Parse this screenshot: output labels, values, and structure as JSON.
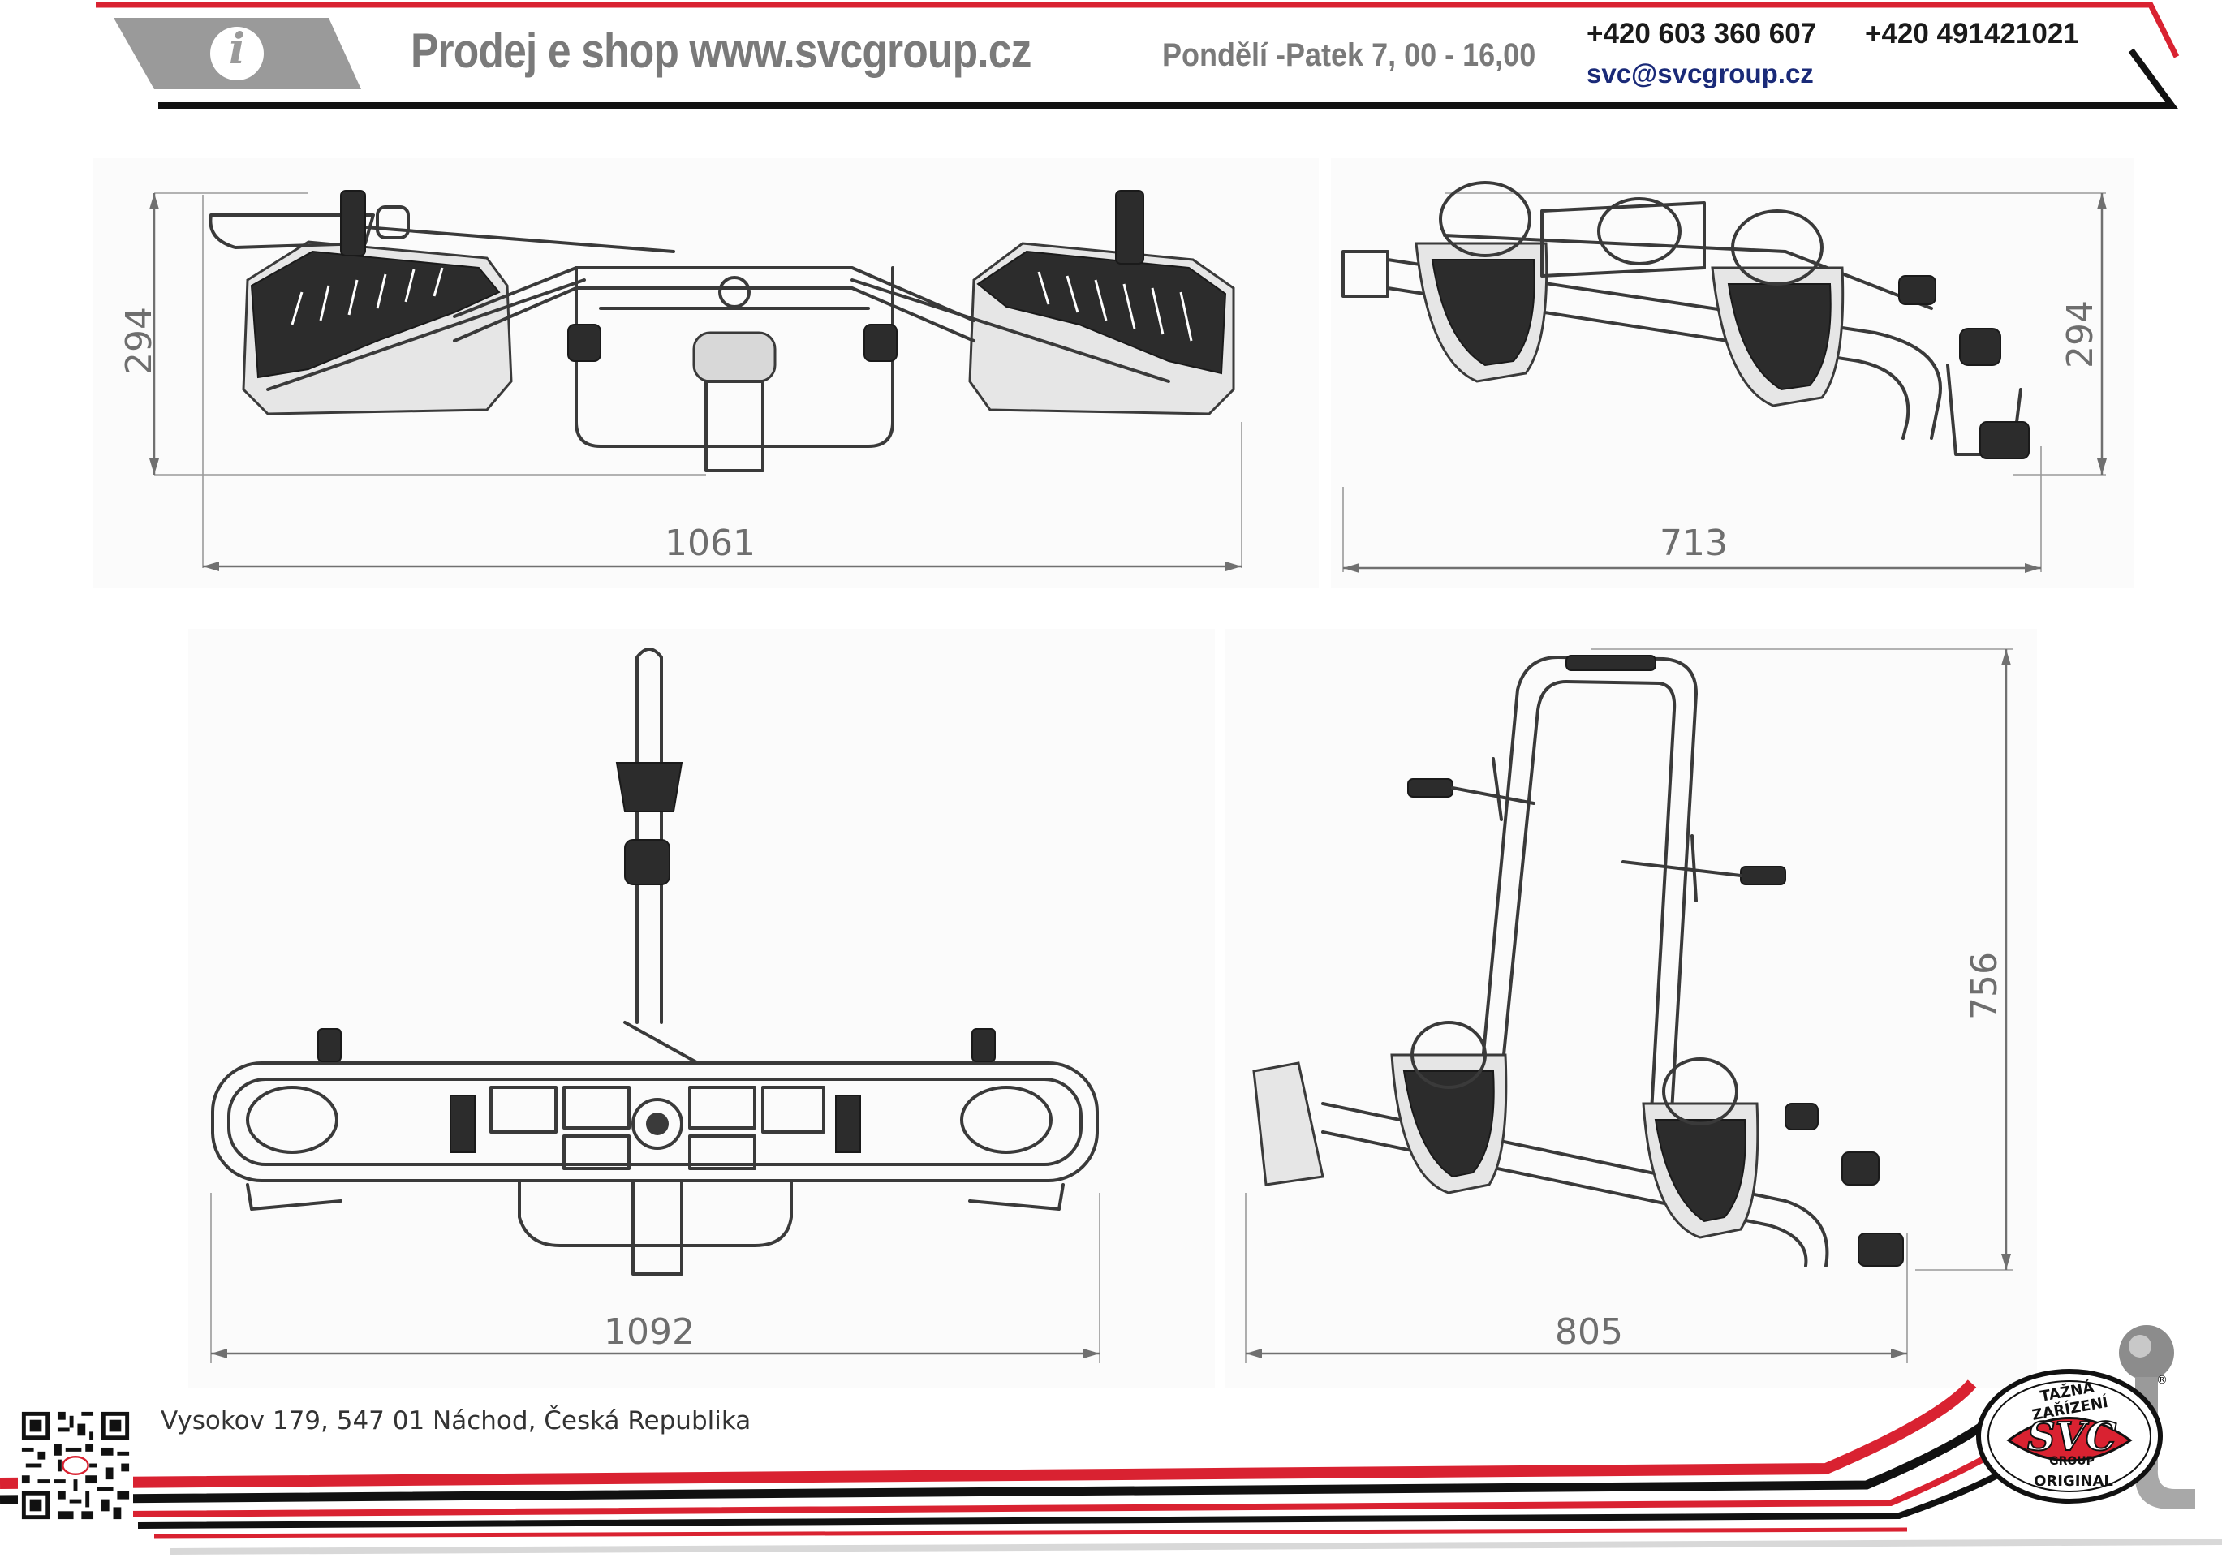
{
  "header": {
    "info_icon_glyph": "i",
    "title": "Prodej  e shop www.svcgroup.cz",
    "hours": "Pondělí -Patek 7, 00 - 16,00",
    "phone_1": "+420 603 360 607",
    "phone_2": "+420 491421021",
    "email": "svc@svcgroup.cz",
    "accent_color": "#d92231",
    "contact_color": "#1a2a78"
  },
  "drawings": {
    "top_view": {
      "dimension_width": "1061",
      "dimension_height": "294"
    },
    "side_view_folded": {
      "dimension_width": "713",
      "dimension_height": "294"
    },
    "rear_view": {
      "dimension_width": "1092"
    },
    "side_view_open": {
      "dimension_width": "805",
      "dimension_height": "756"
    }
  },
  "footer": {
    "address": "Vysokov 179,  547 01 Náchod,  Česká Republika",
    "logo": {
      "top_text": "TAŽNÁ ZAŘÍZENÍ",
      "brand": "SVC",
      "group": "GROUP",
      "bottom_text": "ORIGINAL",
      "registered": "®"
    },
    "qr_icon": "qr-code-icon"
  }
}
